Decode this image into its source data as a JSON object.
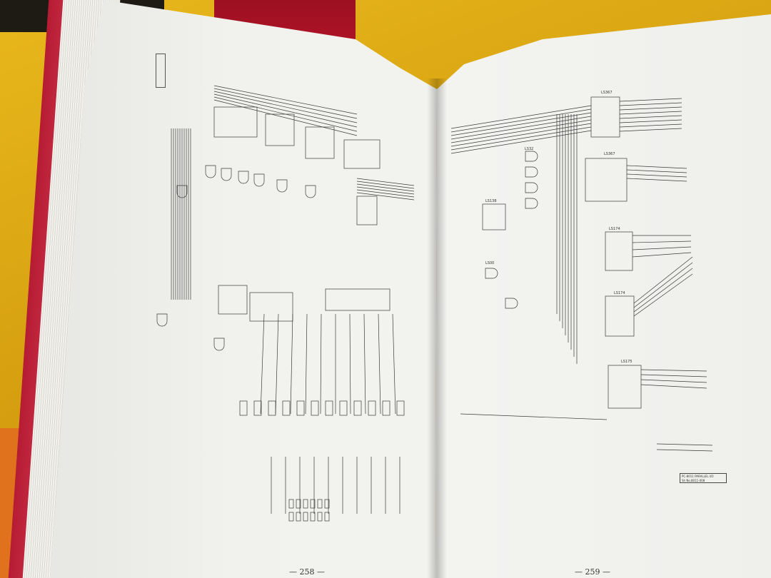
{
  "photo": {
    "left_page": {
      "page_number": "— 258 —"
    },
    "right_page": {
      "page_number": "— 259 —",
      "title_block": {
        "title": "PC-8011 PARALLEL I/O",
        "subtitle": "Sh No.8011-008"
      },
      "chips": [
        "LS367",
        "LS367",
        "LS138",
        "LS32",
        "LS00",
        "LS174",
        "LS174",
        "LS175"
      ]
    }
  }
}
